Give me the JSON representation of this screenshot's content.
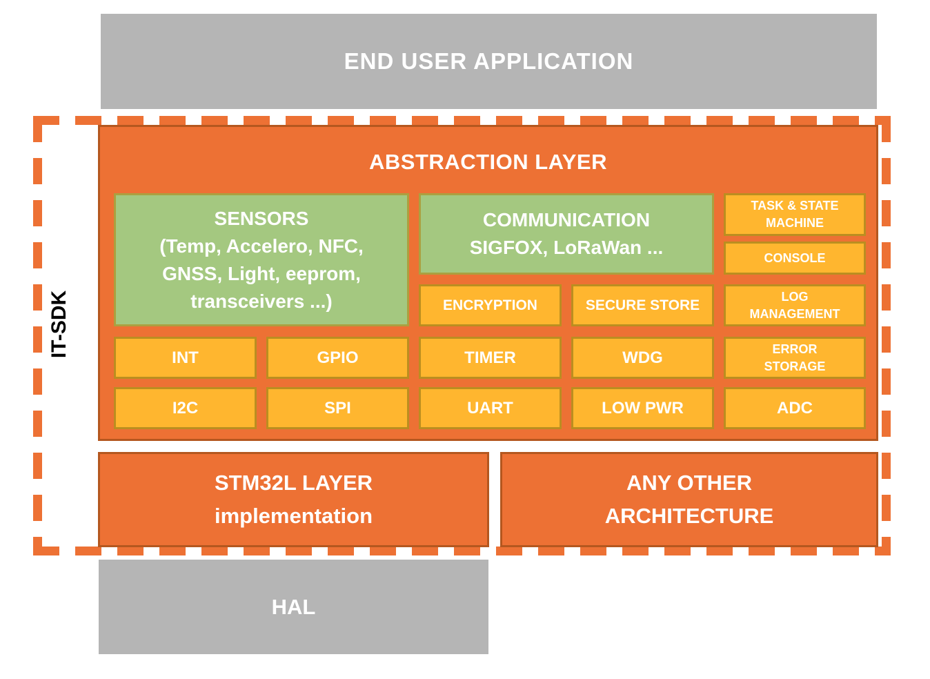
{
  "end_user_application": {
    "label": "END USER APPLICATION"
  },
  "it_sdk": {
    "label": "IT-SDK"
  },
  "abstraction": {
    "title": "ABSTRACTION LAYER",
    "sensors": {
      "label": "SENSORS\n(Temp, Accelero, NFC,\nGNSS, Light, eeprom,\ntransceivers ...)"
    },
    "communication": {
      "label": "COMMUNICATION\nSIGFOX, LoRaWan ..."
    },
    "task_state_machine": {
      "label": "TASK & STATE\nMACHINE"
    },
    "console": {
      "label": "CONSOLE"
    },
    "encryption": {
      "label": "ENCRYPTION"
    },
    "secure_store": {
      "label": "SECURE STORE"
    },
    "log_management": {
      "label": "LOG\nMANAGEMENT"
    },
    "int": {
      "label": "INT"
    },
    "gpio": {
      "label": "GPIO"
    },
    "timer": {
      "label": "TIMER"
    },
    "wdg": {
      "label": "WDG"
    },
    "error_storage": {
      "label": "ERROR\nSTORAGE"
    },
    "i2c": {
      "label": "I2C"
    },
    "spi": {
      "label": "SPI"
    },
    "uart": {
      "label": "UART"
    },
    "low_pwr": {
      "label": "LOW PWR"
    },
    "adc": {
      "label": "ADC"
    }
  },
  "stm32l_layer": {
    "label": "STM32L LAYER\nimplementation"
  },
  "any_other_architecture": {
    "label": "ANY OTHER\nARCHITECTURE"
  },
  "hal": {
    "label": "HAL"
  },
  "colors": {
    "orange_fill": "#ED7134",
    "orange_border": "#B4571F",
    "yellow_fill": "#FFB62F",
    "yellow_border": "#BB8E20",
    "green_fill": "#A4C880",
    "green_border": "#ABA040",
    "gray_fill": "#B5B5B5",
    "dashed_frame": "#ED7134",
    "text_light": "#FFFFFF",
    "text_dark": "#000000"
  }
}
